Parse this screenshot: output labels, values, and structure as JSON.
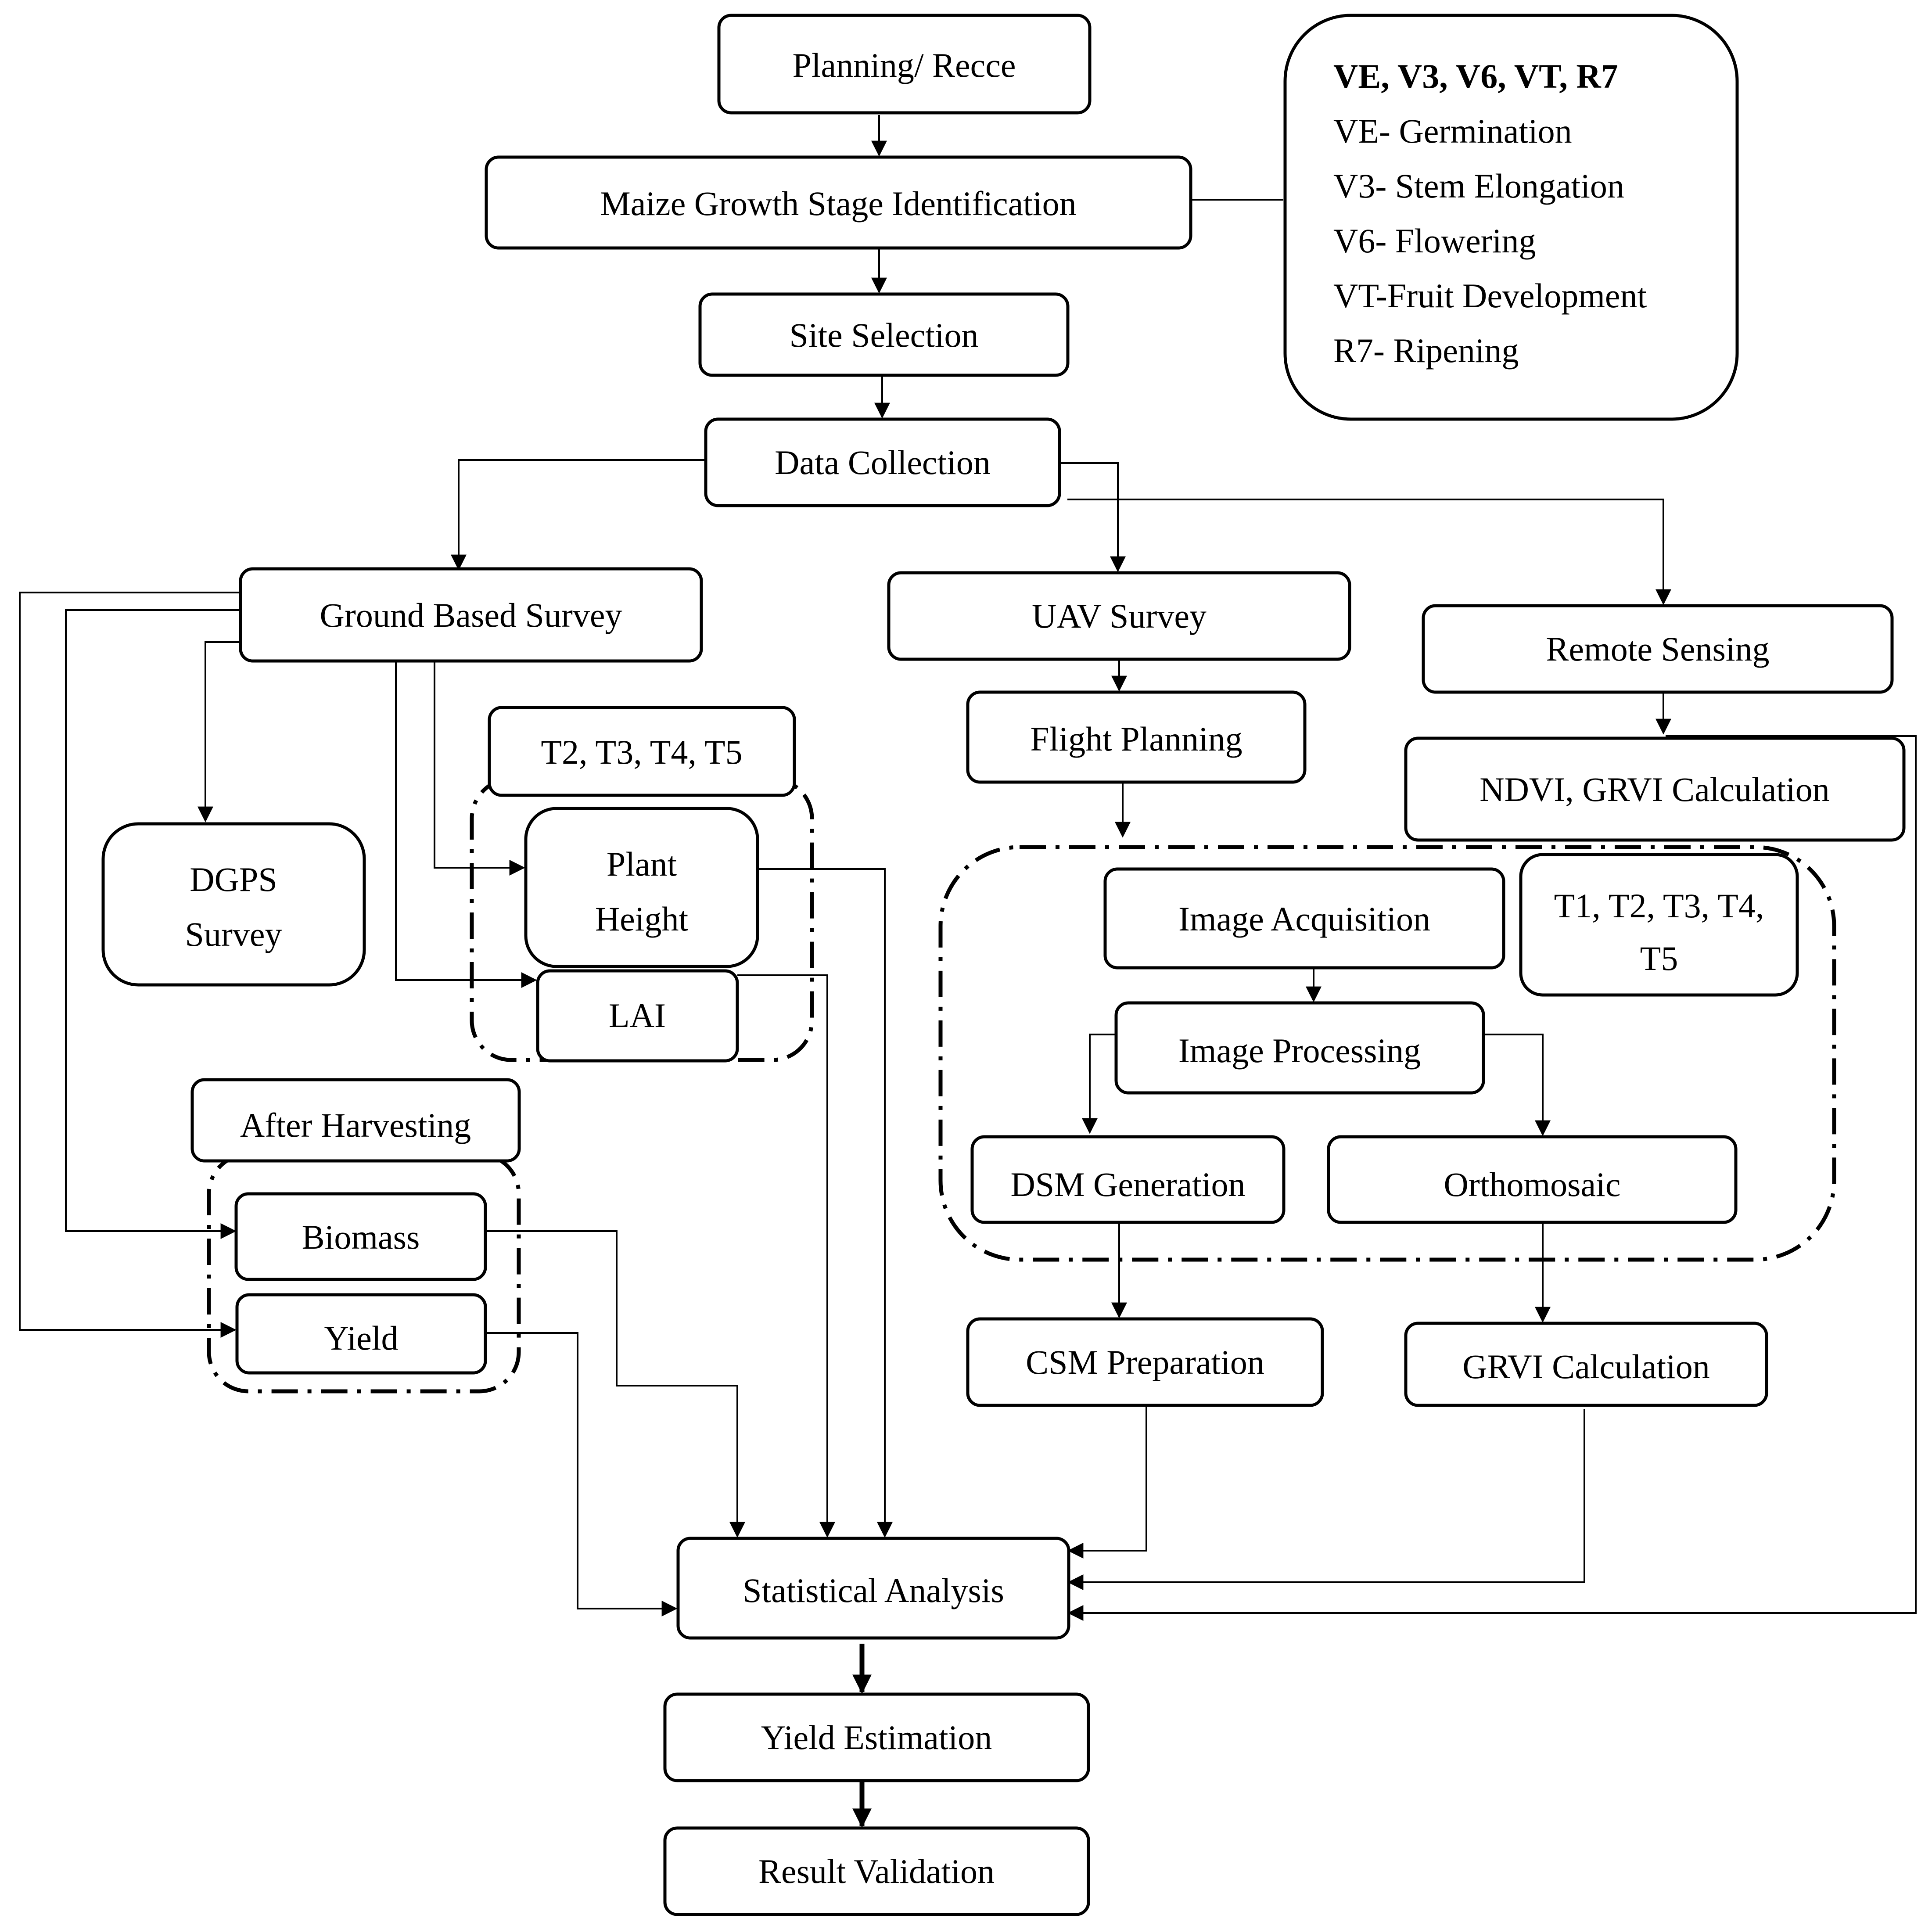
{
  "nodes": {
    "planning": "Planning/ Recce",
    "growth_stage": "Maize Growth Stage Identification",
    "site_selection": "Site Selection",
    "data_collection": "Data Collection",
    "ground_survey": "Ground Based Survey",
    "uav_survey": "UAV Survey",
    "remote_sensing": "Remote Sensing",
    "dgps_line1": "DGPS",
    "dgps_line2": "Survey",
    "t2_t5": "T2, T3, T4, T5",
    "plant_height_line1": "Plant",
    "plant_height_line2": "Height",
    "lai": "LAI",
    "after_harvesting": "After Harvesting",
    "biomass": "Biomass",
    "yield": "Yield",
    "flight_planning": "Flight Planning",
    "ndvi_grvi": "NDVI, GRVI Calculation",
    "image_acquisition": "Image Acquisition",
    "t1_t5_line1": "T1, T2, T3, T4,",
    "t1_t5_line2": "T5",
    "image_processing": "Image Processing",
    "dsm_generation": "DSM Generation",
    "orthomosaic": "Orthomosaic",
    "csm_preparation": "CSM Preparation",
    "grvi_calculation": "GRVI Calculation",
    "statistical_analysis": "Statistical Analysis",
    "yield_estimation": "Yield Estimation",
    "result_validation": "Result Validation"
  },
  "stages": {
    "heading": "VE, V3, V6, VT, R7",
    "items": [
      "VE- Germination",
      "V3- Stem Elongation",
      "V6- Flowering",
      "VT-Fruit Development",
      "R7- Ripening"
    ]
  }
}
